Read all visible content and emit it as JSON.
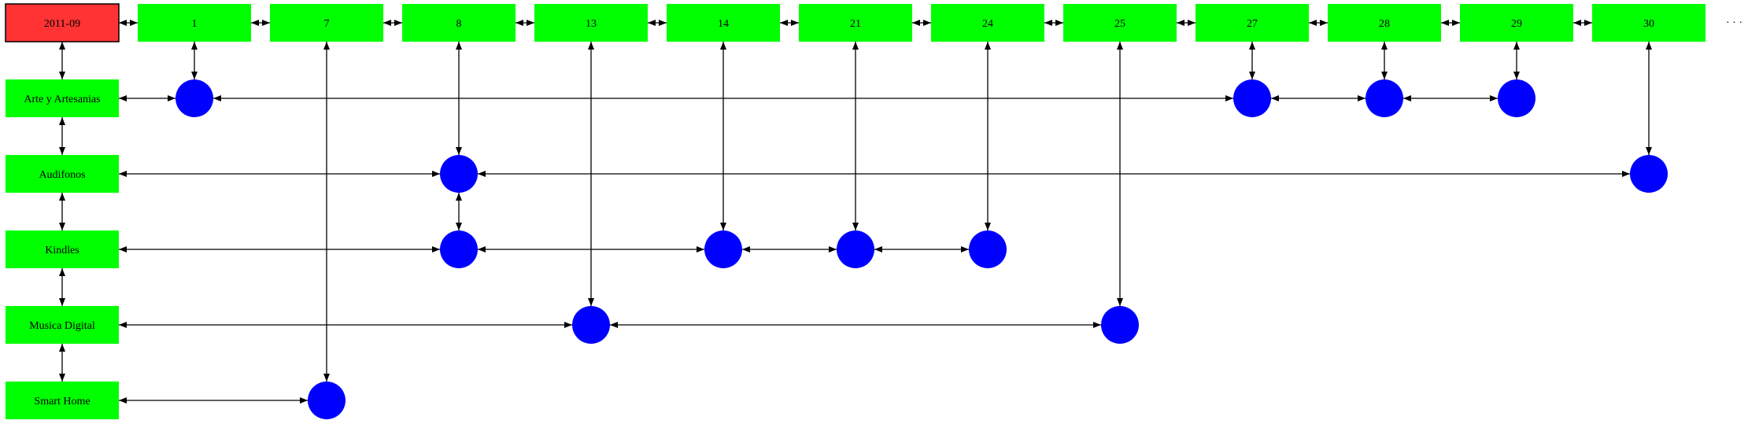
{
  "colors": {
    "header_fill": "#ff3333",
    "day_fill": "#00ff00",
    "category_fill": "#00ff00",
    "dot_fill": "#0000ff",
    "edge": "#000000"
  },
  "header": {
    "label": "2011-09"
  },
  "days": [
    "1",
    "7",
    "8",
    "13",
    "14",
    "21",
    "24",
    "25",
    "27",
    "28",
    "29",
    "30"
  ],
  "categories": [
    "Arte y Artesanias",
    "Audifonos",
    "Kindles",
    "Musica Digital",
    "Smart Home"
  ],
  "trailing": "· · ·",
  "events": [
    {
      "category": "Arte y Artesanias",
      "day": "1"
    },
    {
      "category": "Arte y Artesanias",
      "day": "27"
    },
    {
      "category": "Arte y Artesanias",
      "day": "28"
    },
    {
      "category": "Arte y Artesanias",
      "day": "29"
    },
    {
      "category": "Audifonos",
      "day": "8"
    },
    {
      "category": "Audifonos",
      "day": "30"
    },
    {
      "category": "Kindles",
      "day": "8"
    },
    {
      "category": "Kindles",
      "day": "14"
    },
    {
      "category": "Kindles",
      "day": "21"
    },
    {
      "category": "Kindles",
      "day": "24"
    },
    {
      "category": "Musica Digital",
      "day": "13"
    },
    {
      "category": "Musica Digital",
      "day": "25"
    },
    {
      "category": "Smart Home",
      "day": "7"
    }
  ]
}
